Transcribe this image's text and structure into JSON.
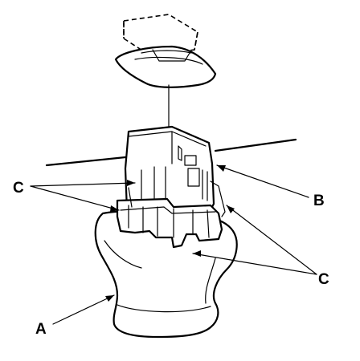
{
  "callouts": {
    "a": "A",
    "b": "B",
    "c_left": "C",
    "c_right": "C"
  },
  "colors": {
    "ink": "#000000",
    "paper": "#ffffff"
  }
}
